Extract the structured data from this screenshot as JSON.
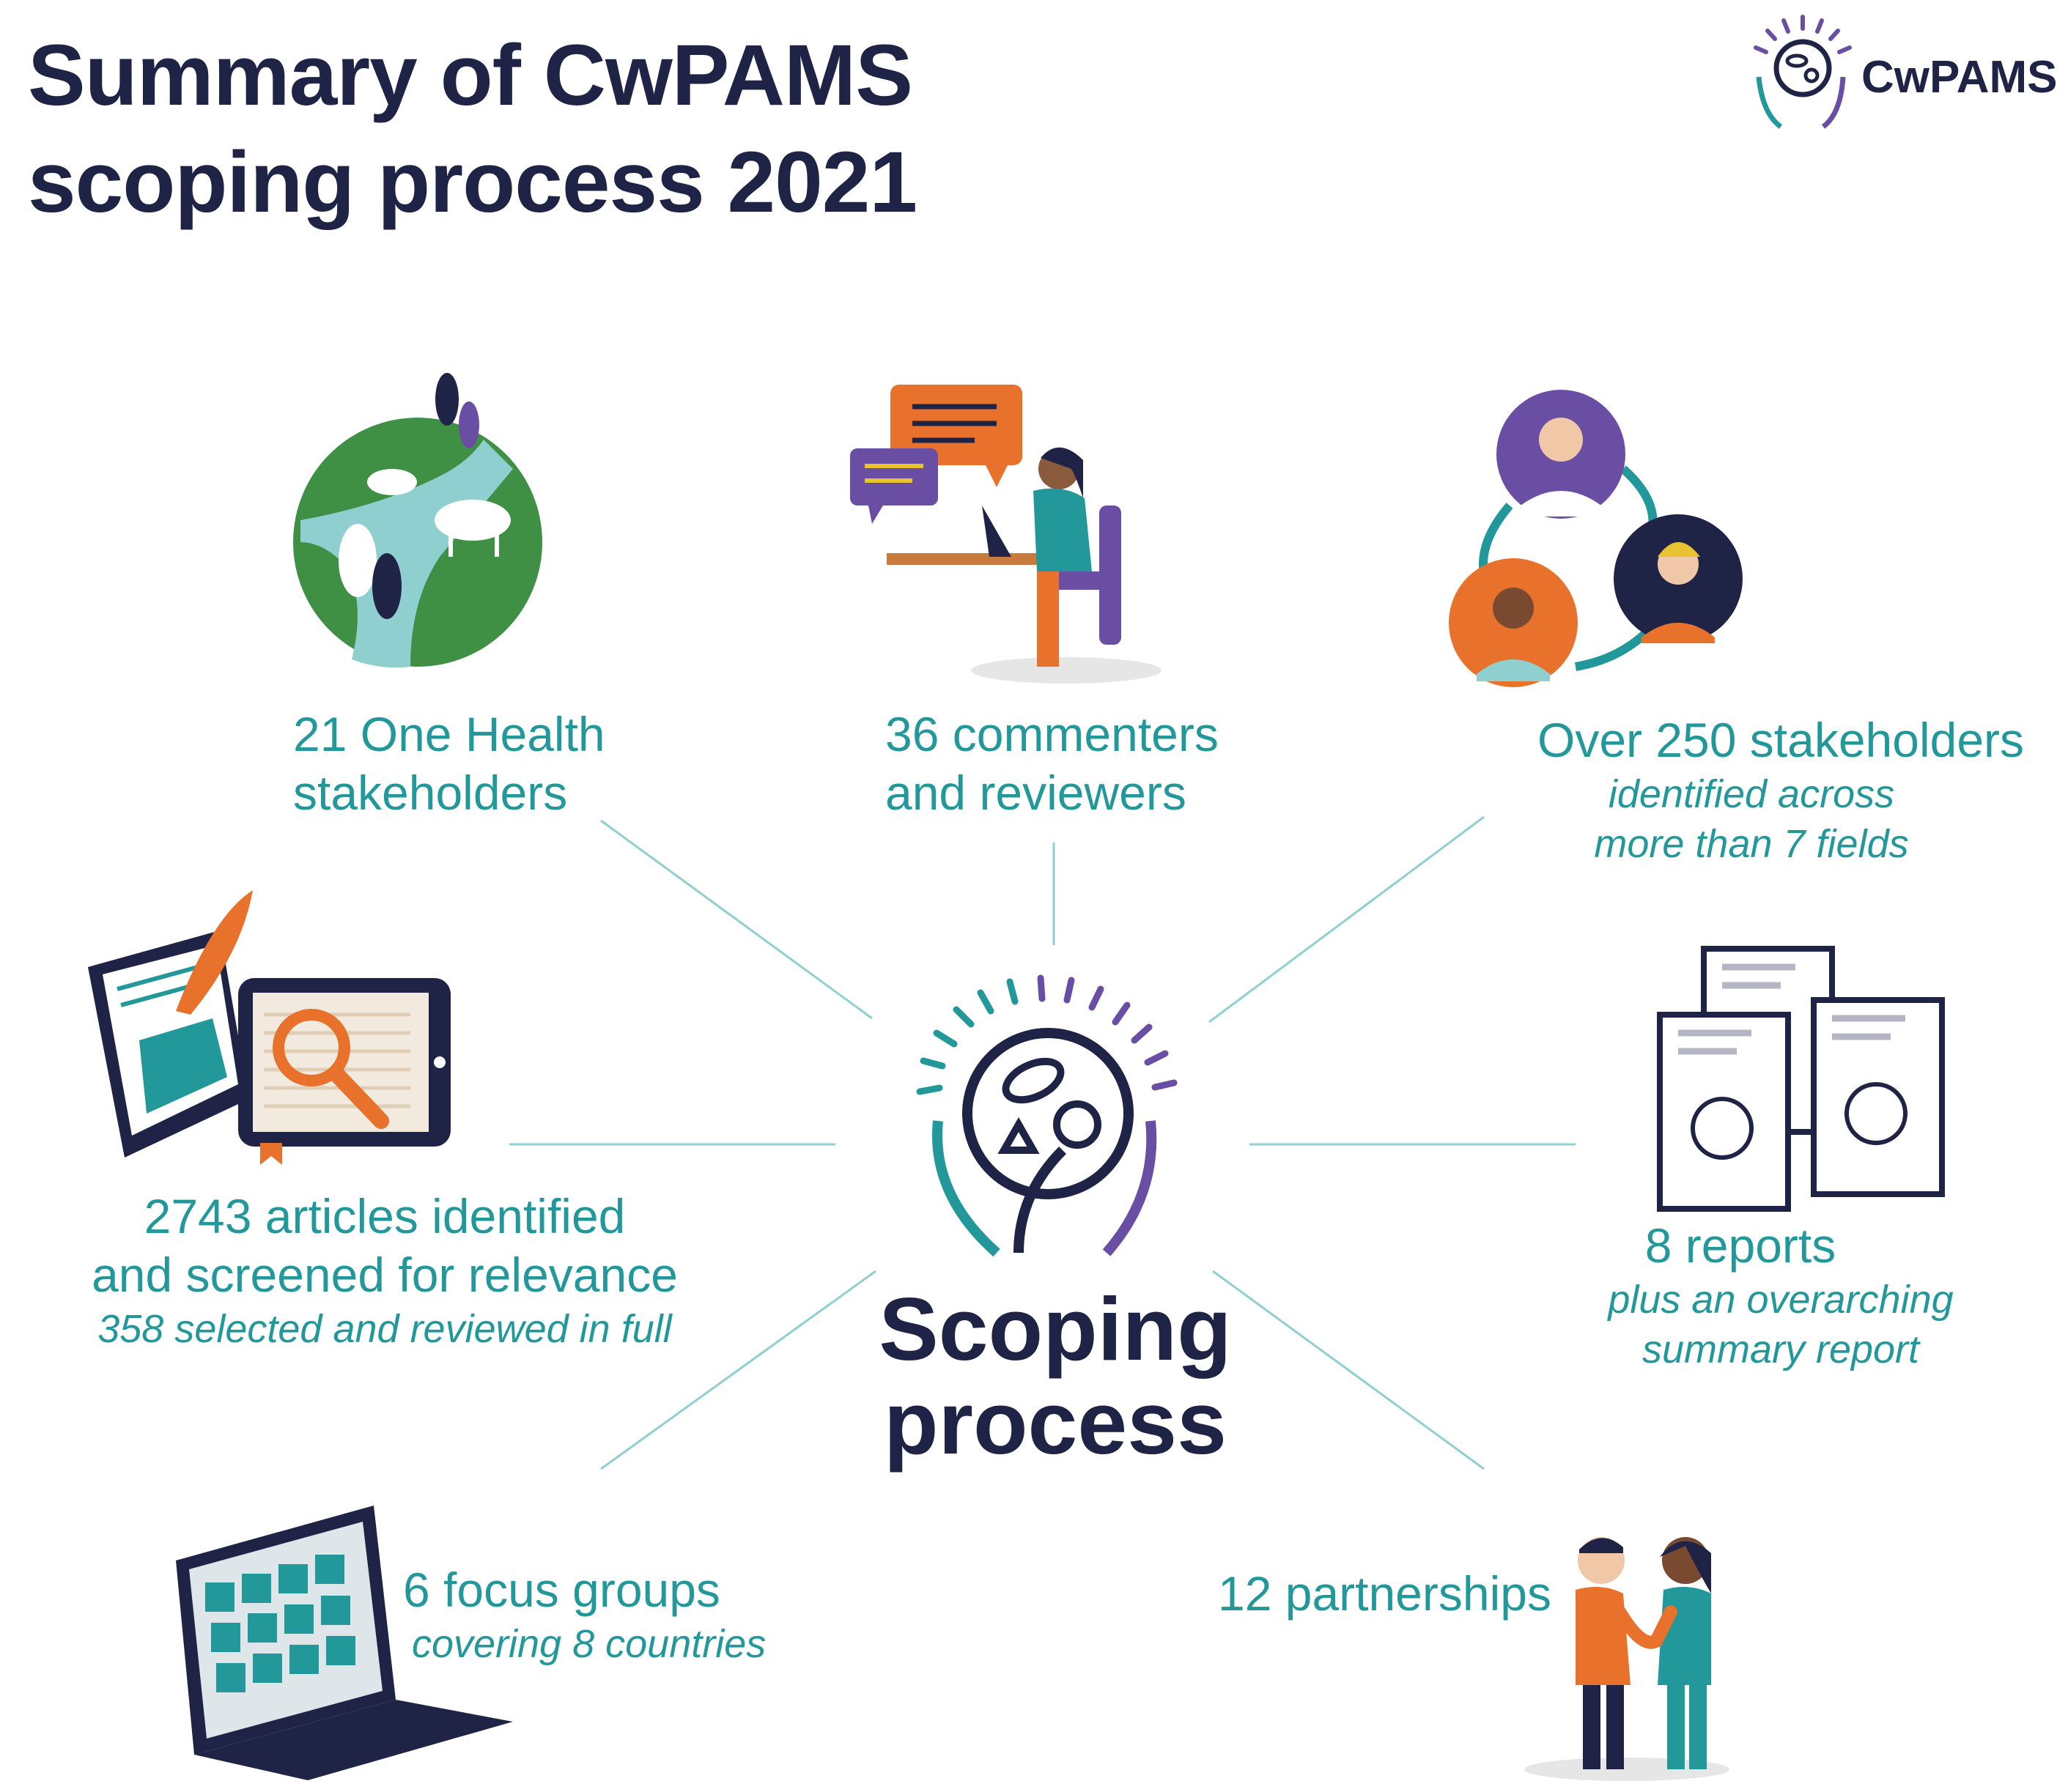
{
  "header": {
    "title_line1": "Summary of CwPAMS",
    "title_line2": "scoping process 2021",
    "logo_text": "CwPAMS"
  },
  "center": {
    "line1": "Scoping",
    "line2": "process"
  },
  "stats": {
    "one_health": {
      "line1": "21 One Health",
      "line2": "stakeholders"
    },
    "commenters": {
      "line1": "36 commenters",
      "line2": "and reviewers"
    },
    "stakeholders": {
      "main": "Over 250 stakeholders",
      "sub1": "identified across",
      "sub2": "more than 7 fields"
    },
    "articles": {
      "line1": "2743 articles identified",
      "line2": "and screened for relevance",
      "sub": "358 selected and reviewed in full"
    },
    "reports": {
      "main": "8 reports",
      "sub1": "plus an overarching",
      "sub2": "summary report"
    },
    "focus_groups": {
      "main": "6 focus groups",
      "sub": "covering 8 countries"
    },
    "partnerships": {
      "main": "12 partnerships"
    }
  },
  "colors": {
    "navy": "#1f2447",
    "teal": "#22989a",
    "orange": "#e8712b",
    "purple": "#6a4ea3",
    "green": "#3f8f45",
    "light_teal": "#8fcfd0"
  }
}
